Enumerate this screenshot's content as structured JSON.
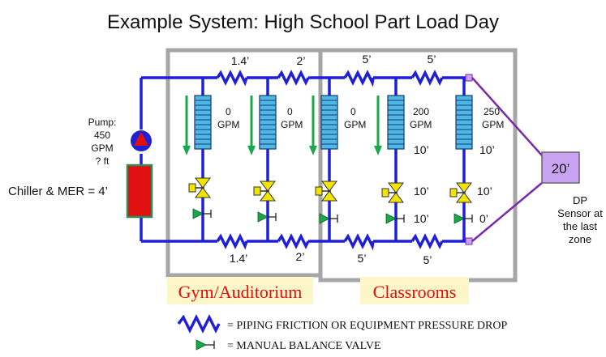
{
  "title": "Example System: High School Part Load Day",
  "pump": {
    "line1": "Pump:",
    "line2": "450",
    "line3": "GPM",
    "line4": "? ft"
  },
  "chiller": {
    "label": "Chiller & MER = 4’"
  },
  "zones": {
    "gym": "Gym/Auditorium",
    "classrooms": "Classrooms"
  },
  "coils": [
    {
      "gpm": "0",
      "unit": "GPM"
    },
    {
      "gpm": "0",
      "unit": "GPM"
    },
    {
      "gpm": "0",
      "unit": "GPM"
    },
    {
      "gpm": "200",
      "unit": "GPM"
    },
    {
      "gpm": "250",
      "unit": "GPM"
    }
  ],
  "top_drops": [
    "1.4’",
    "2’",
    "5’",
    "5’"
  ],
  "bottom_drops": [
    "1.4’",
    "2’",
    "5’",
    "5’"
  ],
  "branch_drops": {
    "coil4": "10’",
    "coil5": "10’",
    "valve4": "10’",
    "valve5": "10’",
    "balance4": "10’",
    "balance5": "0’"
  },
  "dp_sensor": {
    "value": "20’",
    "line1": "DP",
    "line2": "Sensor at",
    "line3": "the last",
    "line4": "zone"
  },
  "legend": {
    "friction": "= PIPING FRICTION OR EQUIPMENT PRESSURE DROP",
    "balance": "= MANUAL BALANCE VALVE"
  },
  "colors": {
    "pipe": "#1f1fd6",
    "coil": "#4db8e8",
    "pump": "#d61f1f",
    "chiller": "#e01010",
    "arrow": "#1aa84a",
    "valve": "#f2e400",
    "sensor": "#c9a3f2",
    "sensor_line": "#7a2aa8",
    "zone_box": "#a6a6a6",
    "zone_label_bg": "#fdf6c8",
    "zone_label_text": "#e01010"
  }
}
